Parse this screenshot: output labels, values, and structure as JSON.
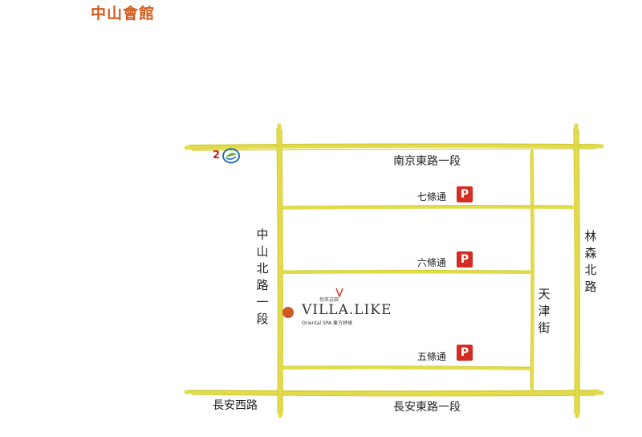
{
  "title": "中山會館",
  "roads": {
    "nanjing_east_sec1": "南京東路一段",
    "changan_east_sec1": "長安東路一段",
    "changan_west": "長安西路",
    "zhongshan_north_sec1": "中山北路一段",
    "linsen_north": "林森北路",
    "tianjin_street": "天津街"
  },
  "lanes": [
    {
      "label": "七條通",
      "parking": "P"
    },
    {
      "label": "六條通",
      "parking": "P"
    },
    {
      "label": "五條通",
      "parking": "P"
    }
  ],
  "metro": {
    "exit_number": "2"
  },
  "logo": {
    "chinese_small": "悅來這園",
    "main_text": "VILLA.LIKE",
    "subtitle": "Oriental SPA 東方紓境"
  },
  "colors": {
    "road": "#e3dc4a",
    "road_stroke": "#cfc82e",
    "title": "#d45a1a",
    "parking": "#d42b22",
    "pin": "#cf5a24",
    "metro_exit": "#c0281b",
    "metro_icon": "#2f6fb0",
    "metro_leaf": "#6cae3e"
  }
}
